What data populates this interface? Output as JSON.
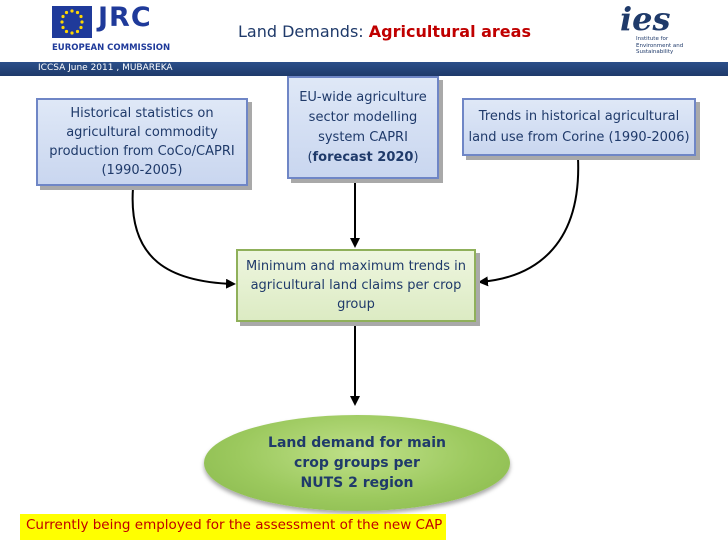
{
  "header": {
    "logo_left_text": "JRC",
    "logo_left_caption": "EUROPEAN COMMISSION",
    "title_prefix": "Land Demands: ",
    "title_highlight": "Agricultural areas",
    "logo_right_text": "ies",
    "logo_right_caption": "Institute for Environment and Sustainability",
    "subbar_text": "ICCSA  June 2011 , MUBAREKA"
  },
  "diagram": {
    "historical": [
      "Historical statistics on",
      "agricultural commodity",
      "production from CoCo/CAPRI",
      "(1990-2005)"
    ],
    "capri": {
      "lines": [
        "EU-wide agriculture",
        "sector modelling",
        "system CAPRI"
      ],
      "open": "(",
      "forecast": "forecast 2020",
      "close": ")"
    },
    "corine": [
      "Trends in historical agricultural",
      "land use from Corine (1990-2006)"
    ],
    "trends": [
      "Minimum and maximum trends in",
      "agricultural land claims per crop",
      "group"
    ],
    "result": [
      "Land demand for main",
      "crop groups per",
      "NUTS 2 region"
    ]
  },
  "footer_note": "Currently being employed for the assessment of the new CAP",
  "colors": {
    "accent": "#c00000",
    "navy": "#1f3a6a",
    "blue_box": "#c9d6ef",
    "green_box": "#dcebc3",
    "oval_green": "#9cc95e",
    "note_bg": "#ffff00"
  }
}
